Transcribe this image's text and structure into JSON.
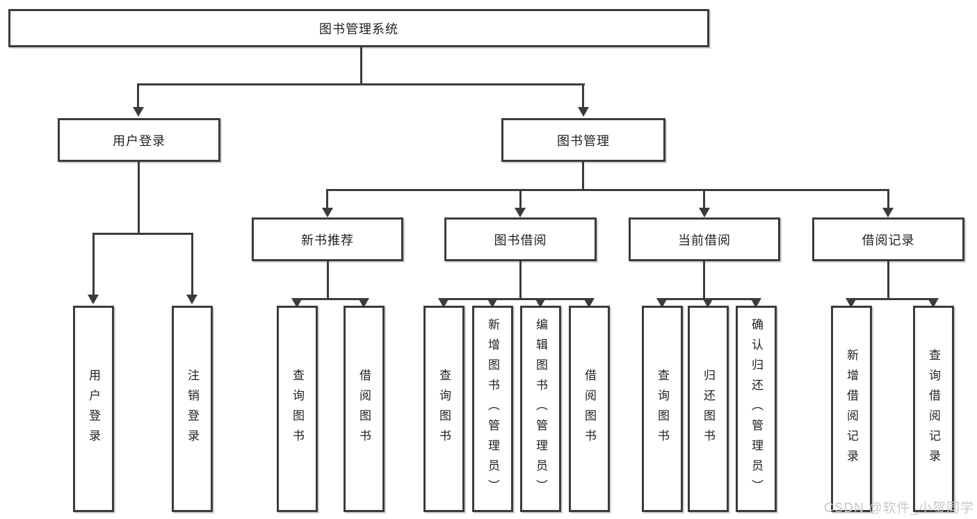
{
  "diagram": {
    "root": {
      "label": "图书管理系统"
    },
    "level2": [
      {
        "label": "用户登录"
      },
      {
        "label": "图书管理"
      }
    ],
    "level3": [
      {
        "label": "新书推荐",
        "parent": "图书管理"
      },
      {
        "label": "图书借阅",
        "parent": "图书管理"
      },
      {
        "label": "当前借阅",
        "parent": "图书管理"
      },
      {
        "label": "借阅记录",
        "parent": "图书管理"
      }
    ],
    "leaves": [
      {
        "label": "用户登录",
        "parent": "用户登录"
      },
      {
        "label": "注销登录",
        "parent": "用户登录"
      },
      {
        "label": "查询图书",
        "parent": "新书推荐"
      },
      {
        "label": "借阅图书",
        "parent": "新书推荐"
      },
      {
        "label": "查询图书",
        "parent": "图书借阅"
      },
      {
        "label": "新增图书（管理员）",
        "parent": "图书借阅"
      },
      {
        "label": "编辑图书（管理员）",
        "parent": "图书借阅"
      },
      {
        "label": "借阅图书",
        "parent": "图书借阅"
      },
      {
        "label": "查询图书",
        "parent": "当前借阅"
      },
      {
        "label": "归还图书",
        "parent": "当前借阅"
      },
      {
        "label": "确认归还（管理员）",
        "parent": "当前借阅"
      },
      {
        "label": "新增借阅记录",
        "parent": "借阅记录"
      },
      {
        "label": "查询借阅记录",
        "parent": "借阅记录"
      }
    ],
    "watermark": "CSDN @软件_小贺同学",
    "colors": {
      "line": "#3b3b3b",
      "text": "#1f1f1f",
      "watermark": "#c5c8cc",
      "background": "#ffffff"
    }
  }
}
